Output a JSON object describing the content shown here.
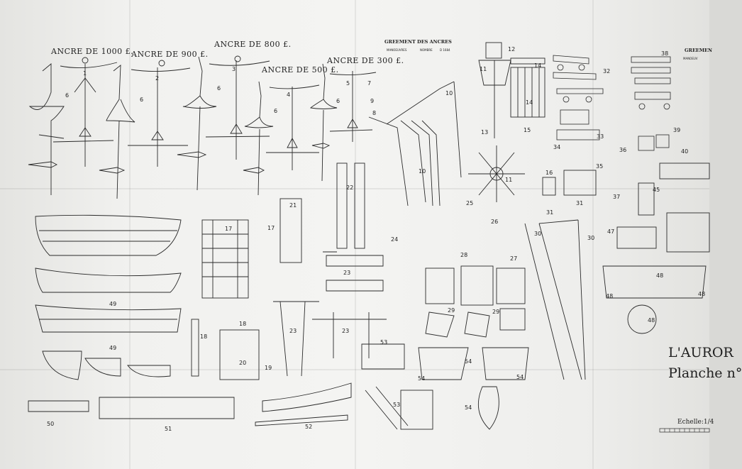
{
  "anchors": [
    {
      "label": "ANCRE DE 1000 £.",
      "num": "1"
    },
    {
      "label": "ANCRE DE 900 £.",
      "num": "2"
    },
    {
      "label": "ANCRE DE 800 £.",
      "num": "3"
    },
    {
      "label": "ANCRE DE 500 £.",
      "num": "4"
    },
    {
      "label": "ANCRE DE 300 £.",
      "num": "5"
    }
  ],
  "rigging": {
    "title": "GREEMENT DES ANCRES",
    "col1": "MANOEUVRES",
    "col2": "NOMBRE",
    "col3": "D 1684"
  },
  "right_header": "GREEMEN",
  "right_sub": "MANOEUV",
  "title_block": {
    "line1": "L'AUROR",
    "line2": "Planche n°",
    "scale": "Echelle:1/4"
  },
  "part_numbers": [
    "6",
    "6",
    "6",
    "6",
    "6",
    "7",
    "8",
    "9",
    "10",
    "10",
    "11",
    "11",
    "12",
    "13",
    "14",
    "14",
    "15",
    "16",
    "17",
    "17",
    "18",
    "18",
    "19",
    "20",
    "21",
    "22",
    "23",
    "23",
    "23",
    "24",
    "25",
    "26",
    "27",
    "28",
    "29",
    "29",
    "30",
    "30",
    "31",
    "31",
    "32",
    "33",
    "34",
    "35",
    "36",
    "37",
    "38",
    "39",
    "40",
    "45",
    "47",
    "48",
    "48",
    "48",
    "48",
    "49",
    "49",
    "50",
    "51",
    "52",
    "53",
    "53",
    "54",
    "54",
    "54",
    "54"
  ],
  "colors": {
    "paper": "#f2f2f0",
    "ink": "#2a2a2a"
  }
}
